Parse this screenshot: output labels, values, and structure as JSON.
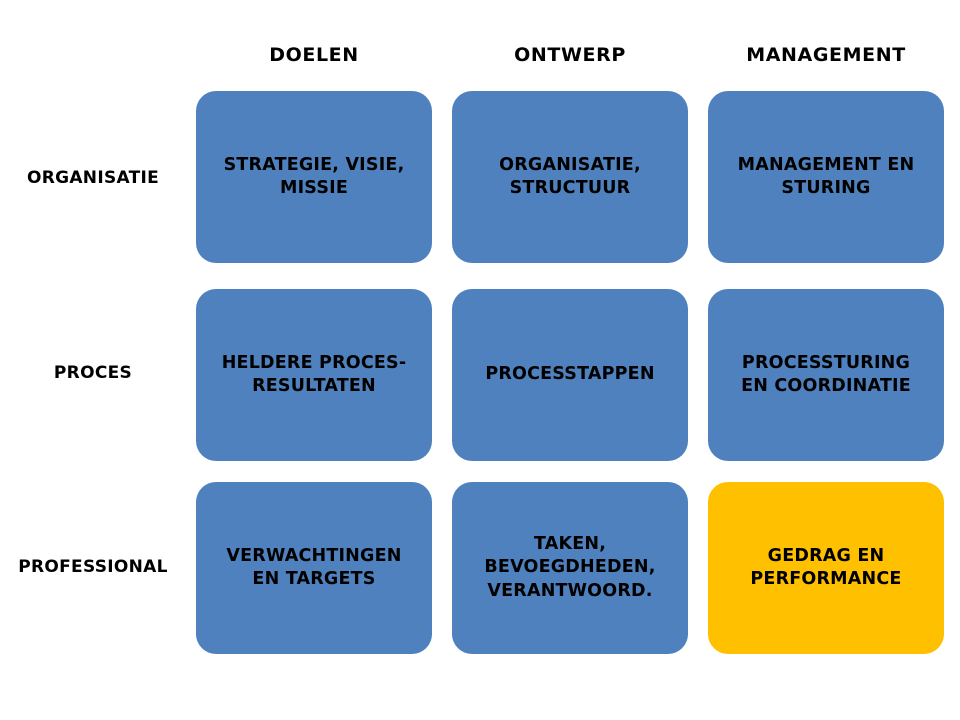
{
  "diagram": {
    "background_color": "#FFFFFF",
    "box_color_default": "#4E81BD",
    "box_color_highlight": "#FFC000",
    "text_color": "#000000",
    "columns": [
      {
        "label": "DOELEN"
      },
      {
        "label": "ONTWERP"
      },
      {
        "label": "MANAGEMENT"
      }
    ],
    "rows": [
      {
        "label": "ORGANISATIE"
      },
      {
        "label": "PROCES"
      },
      {
        "label": "PROFESSIONAL"
      }
    ],
    "cells": [
      {
        "label": "STRATEGIE, VISIE,\nMISSIE",
        "row": "ORGANISATIE",
        "column": "DOELEN",
        "highlighted": false
      },
      {
        "label": "ORGANISATIE,\nSTRUCTUUR",
        "row": "ORGANISATIE",
        "column": "ONTWERP",
        "highlighted": false
      },
      {
        "label": "MANAGEMENT EN\nSTURING",
        "row": "ORGANISATIE",
        "column": "MANAGEMENT",
        "highlighted": false
      },
      {
        "label": "HELDERE PROCES-\nRESULTATEN",
        "row": "PROCES",
        "column": "DOELEN",
        "highlighted": false
      },
      {
        "label": "PROCESSTAPPEN",
        "row": "PROCES",
        "column": "ONTWERP",
        "highlighted": false
      },
      {
        "label": "PROCESSTURING\nEN COORDINATIE",
        "row": "PROCES",
        "column": "MANAGEMENT",
        "highlighted": false
      },
      {
        "label": "VERWACHTINGEN\nEN TARGETS",
        "row": "PROFESSIONAL",
        "column": "DOELEN",
        "highlighted": false
      },
      {
        "label": "TAKEN,\nBEVOEGDHEDEN,\nVERANTWOORD.",
        "row": "PROFESSIONAL",
        "column": "ONTWERP",
        "highlighted": false
      },
      {
        "label": "GEDRAG EN\nPERFORMANCE",
        "row": "PROFESSIONAL",
        "column": "MANAGEMENT",
        "highlighted": true
      }
    ]
  }
}
